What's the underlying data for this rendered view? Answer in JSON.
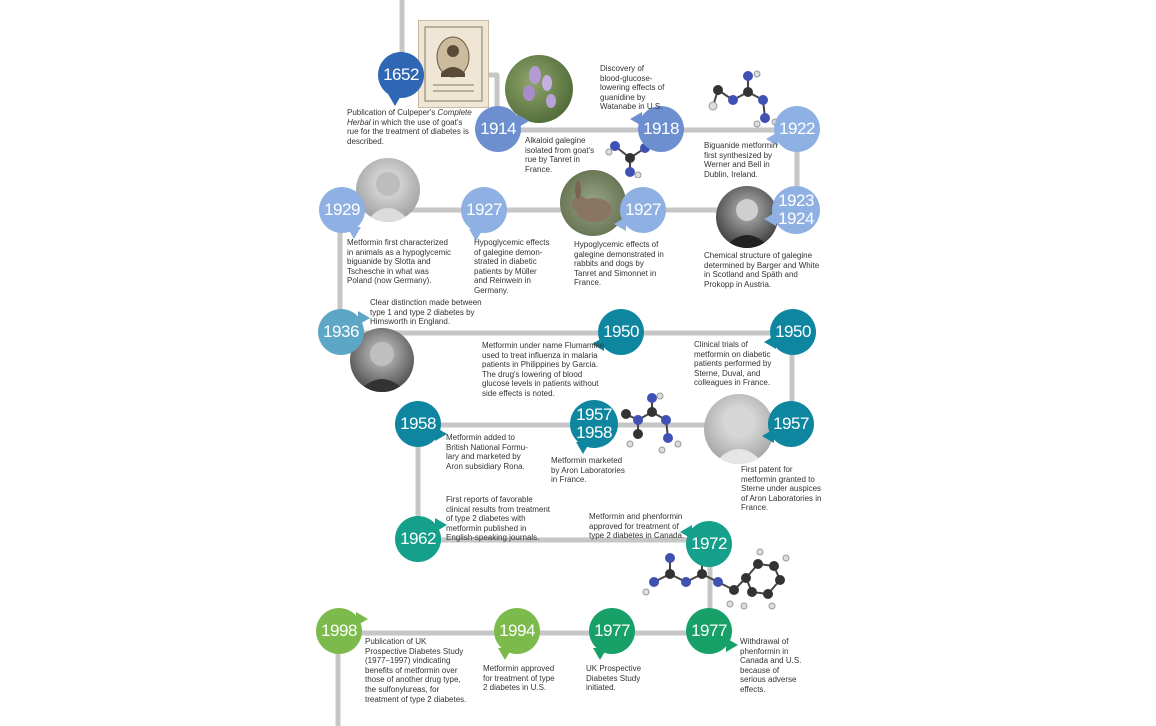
{
  "colors": {
    "line": "#c6c6c6",
    "blue_dark": "#2f67b5",
    "blue_mid": "#6d8fd0",
    "blue_light": "#8fb0e3",
    "teal_light": "#5ea6c6",
    "teal": "#0f86a0",
    "teal_green": "#14a08a",
    "green": "#17a068",
    "green_light": "#7cbb4b"
  },
  "events": [
    {
      "year": "1652",
      "text_before": "Publication of Culpeper's ",
      "text_italic": "Complete Herbal",
      "text_after": " in which the use of goat's rue for the treatment of diabetes is described."
    },
    {
      "year": "1914",
      "text": "Alkaloid galegine isolated from goat's rue by Tanret in France."
    },
    {
      "year": "1918",
      "text": "Discovery of blood-glucose-lowering effects of guanidine by Watanabe in U.S."
    },
    {
      "year": "1922",
      "text": "Biguanide metformin first synthesized by Werner and Bell in Dublin, Ireland."
    },
    {
      "year": "1923",
      "year2": "1924",
      "text": "Chemical structure of galegine determined by Barger and White in Scotland and Späth and Prokopp in Austria."
    },
    {
      "year": "1927",
      "text": "Hypoglycemic effects of galegine demonstrated in rabbits and dogs by Tanret and Simonnet in France."
    },
    {
      "year": "1927",
      "text": "Hypoglycemic effects of galegine demon-strated in diabetic patients by Müller and Reinwein in Germany."
    },
    {
      "year": "1929",
      "text": "Metformin first characterized in animals as a hypoglycemic biguanide by Slotta and Tschesche in what was Poland (now Germany)."
    },
    {
      "year": "1936",
      "text": "Clear distinction made between type 1 and type 2 diabetes by Himsworth in England."
    },
    {
      "year": "1950",
      "text": "Metformin under name Flumamine used to treat influenza in malaria patients in Philippines by Garcia. The drug's lowering of blood glucose levels in patients without side effects is noted."
    },
    {
      "year": "1950",
      "text": "Clinical trials of metformin on diabetic patients performed by Sterne, Duval, and colleagues in France."
    },
    {
      "year": "1957",
      "text": "First patent for metformin granted to Sterne under auspices of Aron Laboratories in France."
    },
    {
      "year": "1957",
      "year2": "1958",
      "text": "Metformin marketed by Aron Laboratories in France."
    },
    {
      "year": "1958",
      "text": "Metformin added to British National Formu-lary and marketed by Aron subsidiary Rona."
    },
    {
      "year": "1962",
      "text": "First reports of favorable clinical results from treatment of type 2 diabetes with metformin published in English-speaking journals."
    },
    {
      "year": "1972",
      "text": "Metformin and phenformin approved for treatment of type 2 diabetes in Canada."
    },
    {
      "year": "1977",
      "text": "Withdrawal of phenformin in Canada and U.S. because of serious adverse effects."
    },
    {
      "year": "1977",
      "text": "UK Prospective Diabetes Study initiated."
    },
    {
      "year": "1994",
      "text": "Metformin approved for treatment of type 2 diabetes in U.S."
    },
    {
      "year": "1998",
      "text": "Publication of UK Prospective Diabetes Study (1977–1997) vindicating benefits of metformin over those of another drug type, the sulfonylureas, for treatment of type 2 diabetes."
    }
  ]
}
